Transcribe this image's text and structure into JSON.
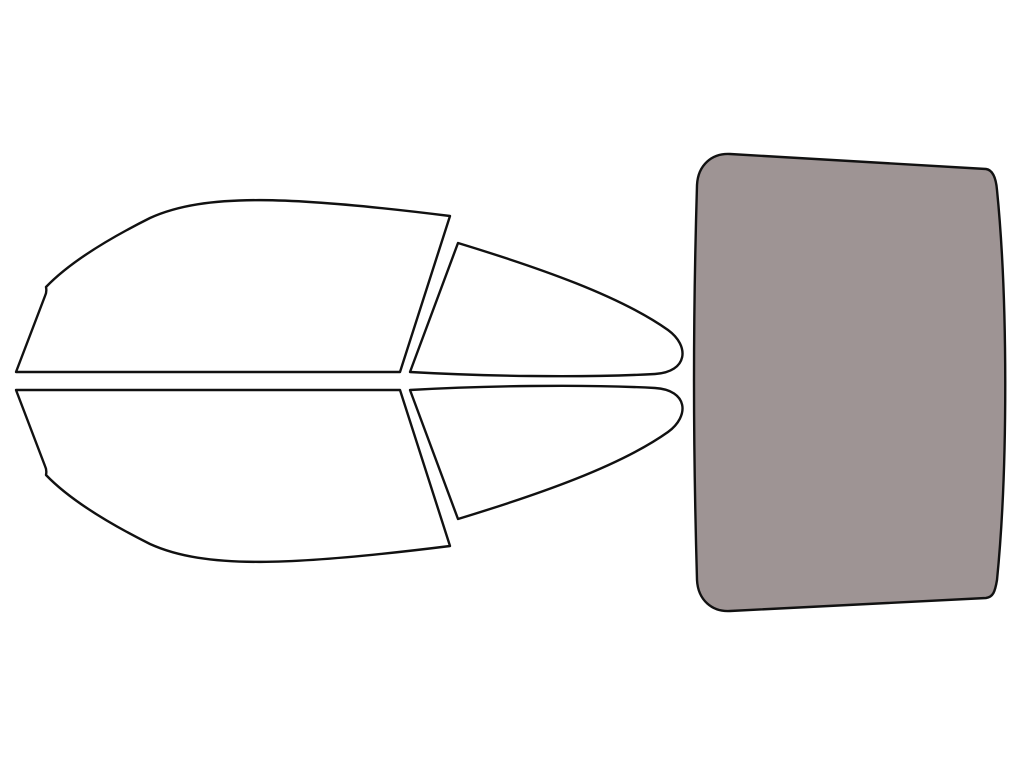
{
  "colors": {
    "background": "#ffffff",
    "outline": "#111111",
    "window_fill": "#ffffff",
    "highlight_fill": "#9e9494"
  },
  "pieces": [
    {
      "id": "front-door-window-top",
      "highlighted": false
    },
    {
      "id": "rear-door-window-top",
      "highlighted": false
    },
    {
      "id": "front-door-window-bottom",
      "highlighted": false
    },
    {
      "id": "rear-door-window-bottom",
      "highlighted": false
    },
    {
      "id": "rear-windshield",
      "highlighted": true
    }
  ]
}
